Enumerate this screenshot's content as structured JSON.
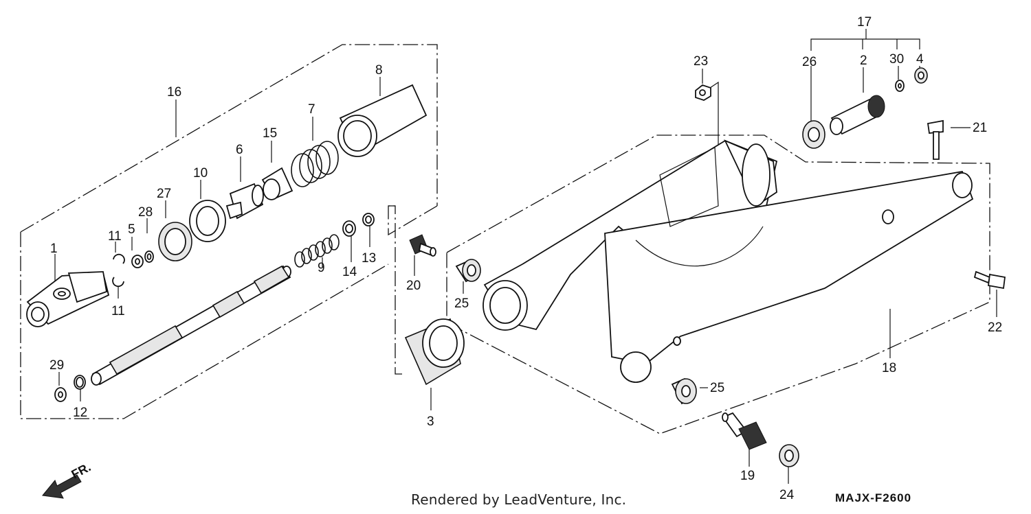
{
  "diagram": {
    "callouts": [
      {
        "id": "c1",
        "text": "1"
      },
      {
        "id": "c2",
        "text": "2"
      },
      {
        "id": "c3",
        "text": "3"
      },
      {
        "id": "c4",
        "text": "4"
      },
      {
        "id": "c5",
        "text": "5"
      },
      {
        "id": "c6",
        "text": "6"
      },
      {
        "id": "c7",
        "text": "7"
      },
      {
        "id": "c8",
        "text": "8"
      },
      {
        "id": "c9",
        "text": "9"
      },
      {
        "id": "c10",
        "text": "10"
      },
      {
        "id": "c11a",
        "text": "11"
      },
      {
        "id": "c11b",
        "text": "11"
      },
      {
        "id": "c12",
        "text": "12"
      },
      {
        "id": "c13",
        "text": "13"
      },
      {
        "id": "c14",
        "text": "14"
      },
      {
        "id": "c15",
        "text": "15"
      },
      {
        "id": "c16",
        "text": "16"
      },
      {
        "id": "c17",
        "text": "17"
      },
      {
        "id": "c18",
        "text": "18"
      },
      {
        "id": "c19",
        "text": "19"
      },
      {
        "id": "c20",
        "text": "20"
      },
      {
        "id": "c21",
        "text": "21"
      },
      {
        "id": "c22",
        "text": "22"
      },
      {
        "id": "c23",
        "text": "23"
      },
      {
        "id": "c24",
        "text": "24"
      },
      {
        "id": "c25a",
        "text": "25"
      },
      {
        "id": "c25b",
        "text": "25"
      },
      {
        "id": "c26",
        "text": "26"
      },
      {
        "id": "c27",
        "text": "27"
      },
      {
        "id": "c28",
        "text": "28"
      },
      {
        "id": "c29",
        "text": "29"
      },
      {
        "id": "c30",
        "text": "30"
      }
    ],
    "direction_label": "FR.",
    "credit": "Rendered by LeadVenture, Inc.",
    "diagram_code": "MAJX-F2600"
  }
}
